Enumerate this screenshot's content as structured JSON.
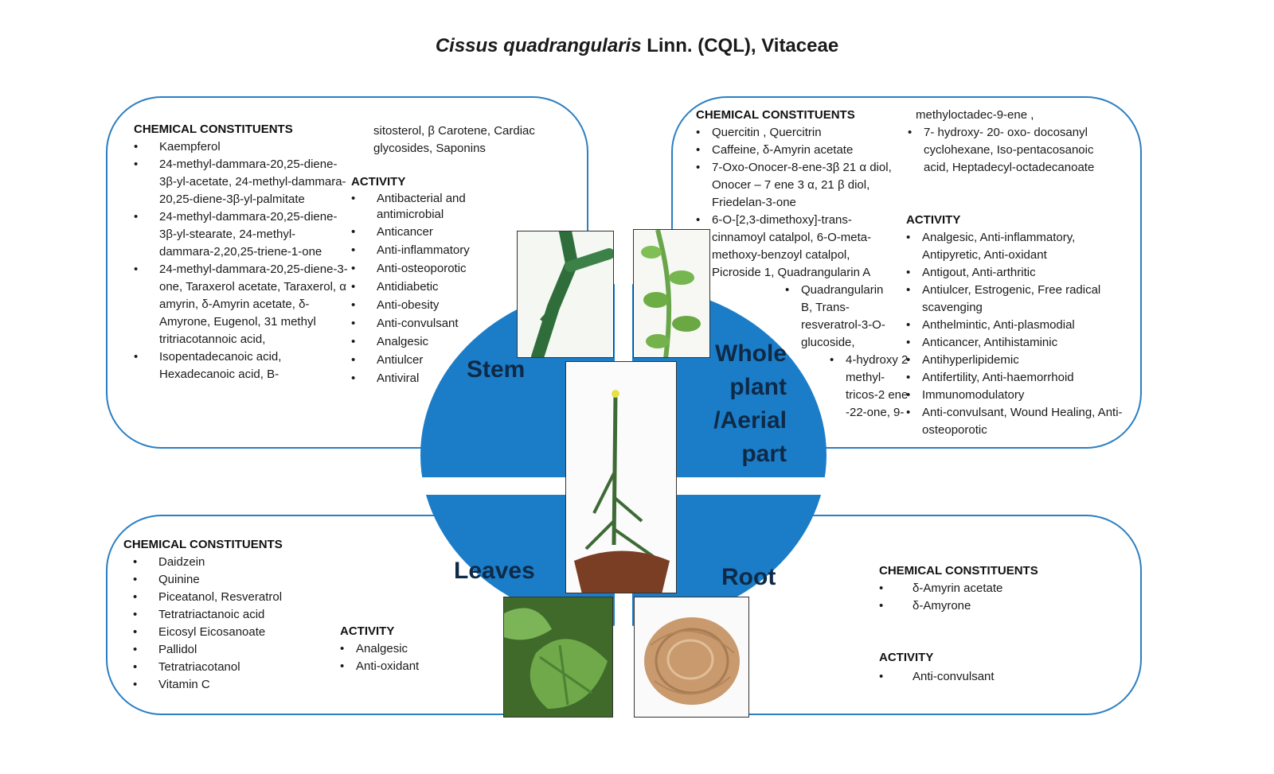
{
  "title": {
    "species": "Cissus quadrangularis",
    "rest": " Linn. (CQL), Vitaceae"
  },
  "stem": {
    "chem_heading": "CHEMICAL CONSTITUENTS",
    "chem_items": [
      "Kaempferol",
      "24-methyl-dammara-20,25-diene-3β-yl-acetate, 24-methyl-dammara-20,25-diene-3β-yl-palmitate",
      "24-methyl-dammara-20,25-diene-3β-yl-stearate, 24-methyl-dammara-2,20,25-triene-1-one",
      "24-methyl-dammara-20,25-diene-3-one, Taraxerol acetate, Taraxerol, α amyrin, δ-Amyrin acetate, δ-Amyrone, Eugenol, 31 methyl tritriacotannoic acid,",
      "Isopentadecanoic acid, Hexadecanoic acid, B-"
    ],
    "chem_continuation": "sitosterol, β Carotene, Cardiac glycosides, Saponins",
    "act_heading": "ACTIVITY",
    "act_items": [
      "Antibacterial and antimicrobial",
      "Anticancer",
      "Anti-inflammatory",
      "Anti-osteoporotic",
      "Antidiabetic",
      "Anti-obesity",
      "Anti-convulsant",
      "Analgesic",
      "Antiulcer",
      "Antiviral"
    ],
    "label": "Stem"
  },
  "whole": {
    "chem_heading": "CHEMICAL CONSTITUENTS",
    "chem_items": [
      "Quercitin , Quercitrin",
      "Caffeine, δ-Amyrin acetate",
      "7-Oxo-Onocer-8-ene-3β 21 α diol, Onocer – 7 ene 3 α, 21 β diol, Friedelan-3-one",
      "6-O-[2,3-dimethoxy]-trans-cinnamoyl catalpol, 6-O-meta-methoxy-benzoyl catalpol, Picroside 1, Quadrangularin A"
    ],
    "chem_item_b": "Quadrangularin B, Trans-resveratrol-3-O-glucoside,",
    "chem_item_c": "4-hydroxy 2 methyl-tricos-2 ene -22-one, 9-",
    "chem_continuation": "methyloctadec-9-ene ,",
    "chem_item_d": "7- hydroxy- 20- oxo- docosanyl cyclohexane, Iso-pentacosanoic acid, Heptadecyl-octadecanoate",
    "act_heading": "ACTIVITY",
    "act_items": [
      "Analgesic, Anti-inflammatory, Antipyretic, Anti-oxidant",
      "Antigout, Anti-arthritic",
      "Antiulcer, Estrogenic, Free radical scavenging",
      "Anthelmintic, Anti-plasmodial",
      "Anticancer, Antihistaminic",
      "Antihyperlipidemic",
      "Antifertility, Anti-haemorrhoid",
      "Immunomodulatory",
      "Anti-convulsant, Wound Healing, Anti-osteoporotic"
    ],
    "label": "Whole plant /Aerial part"
  },
  "leaves": {
    "chem_heading": "CHEMICAL CONSTITUENTS",
    "chem_items": [
      "Daidzein",
      "Quinine",
      "Piceatanol, Resveratrol",
      "Tetratriactanoic acid",
      "Eicosyl Eicosanoate",
      "Pallidol",
      "Tetratriacotanol",
      "Vitamin C"
    ],
    "act_heading": "ACTIVITY",
    "act_items": [
      "Analgesic",
      "Anti-oxidant"
    ],
    "label": "Leaves"
  },
  "root": {
    "chem_heading": "CHEMICAL CONSTITUENTS",
    "chem_items": [
      "δ-Amyrin acetate",
      "δ-Amyrone"
    ],
    "act_heading": "ACTIVITY",
    "act_items": [
      "Anti-convulsant"
    ],
    "label": "Root"
  },
  "colors": {
    "accent": "#1b7dc8",
    "border": "#2b7fc3",
    "label": "#0e2a47"
  }
}
